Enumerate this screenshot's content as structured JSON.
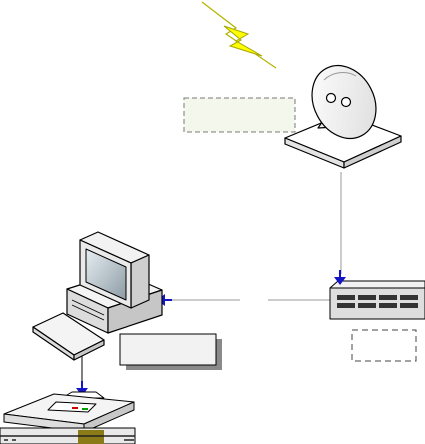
{
  "diagram": {
    "nodes": [
      {
        "id": "satellite-dish",
        "icon": "satellite-dish-icon",
        "label": ""
      },
      {
        "id": "satellite-signal",
        "icon": "lightning-signal-icon",
        "label": ""
      },
      {
        "id": "network-hub",
        "icon": "network-switch-icon",
        "label": ""
      },
      {
        "id": "computer",
        "icon": "desktop-computer-icon",
        "label": ""
      },
      {
        "id": "printer",
        "icon": "printer-icon",
        "label": ""
      }
    ],
    "label_boxes": [
      {
        "id": "dish-label-box",
        "text": ""
      },
      {
        "id": "computer-label-box",
        "text": ""
      },
      {
        "id": "hub-label-box",
        "text": ""
      }
    ],
    "connections": [
      {
        "from": "satellite-dish",
        "to": "network-hub"
      },
      {
        "from": "network-hub",
        "to": "computer"
      },
      {
        "from": "computer",
        "to": "printer"
      }
    ],
    "colors": {
      "arrow": "#1515c8",
      "lightning_fill": "#ffff00",
      "lightning_stroke": "#b3b300",
      "dish_label_fill": "#f4f7ec",
      "computer_label_fill": "#f2f2f2",
      "connector": "#9a9a9a"
    }
  }
}
